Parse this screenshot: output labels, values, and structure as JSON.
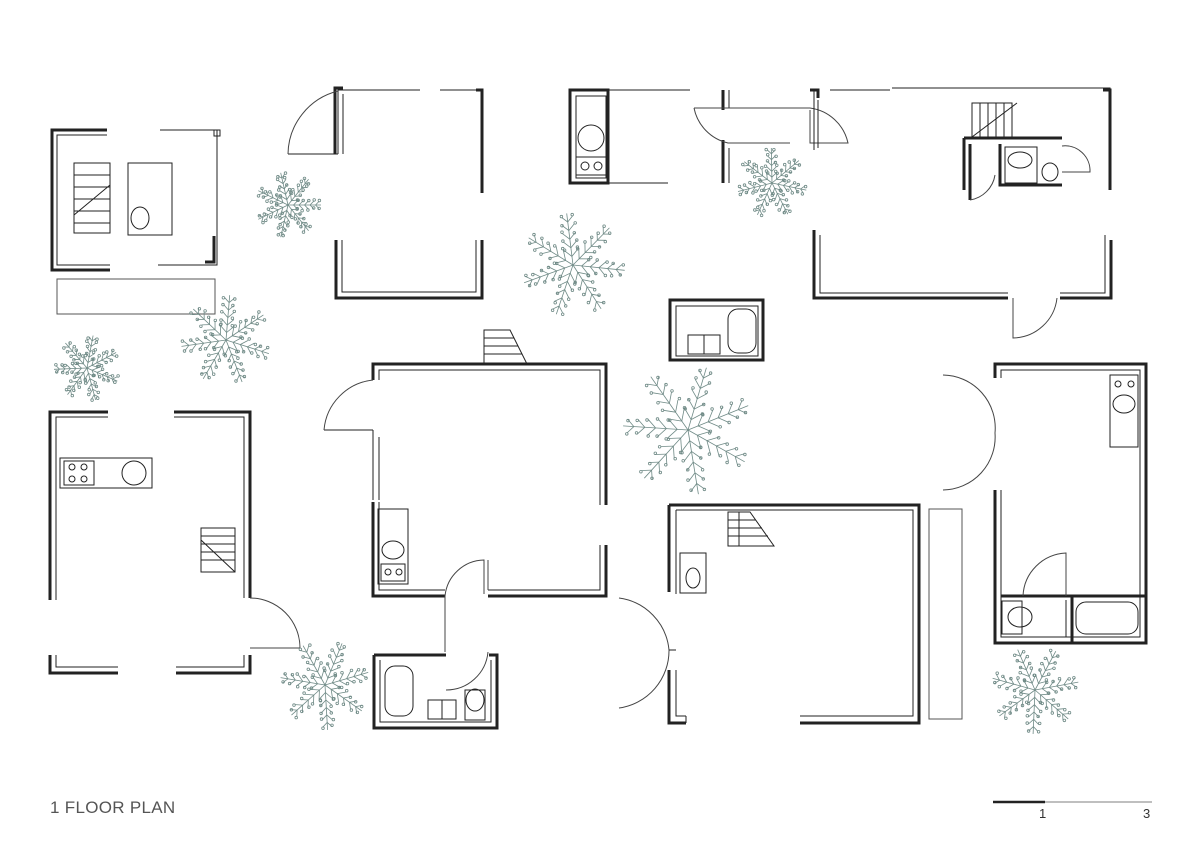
{
  "title": "1 FLOOR PLAN",
  "scale_bar": {
    "labels": [
      "1",
      "3"
    ]
  },
  "colors": {
    "wall": "#222222",
    "line": "#444444",
    "tree": "#6f8a86"
  }
}
